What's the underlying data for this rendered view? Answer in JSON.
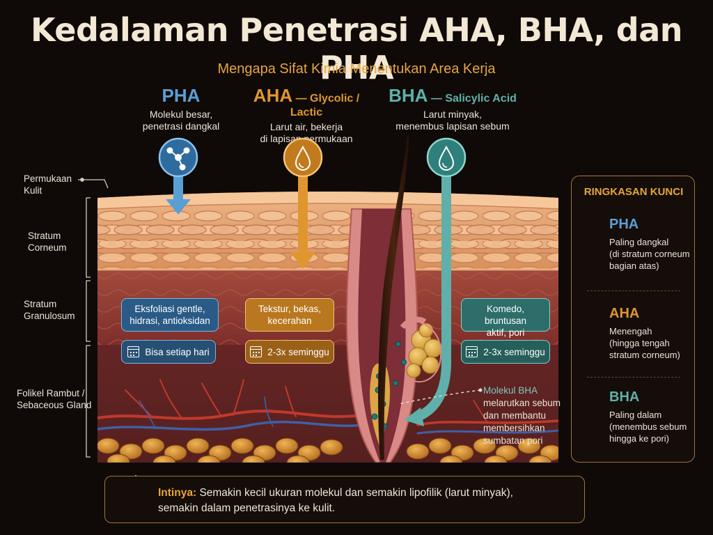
{
  "title": "Kedalaman Penetrasi AHA, BHA, dan PHA",
  "subtitle": "Mengapa Sifat Kimia Menentukan Area Kerja",
  "colors": {
    "pha": "#5a9fd4",
    "aha": "#e0962f",
    "bha": "#5fb0aa",
    "accent": "#e6a53c"
  },
  "acids": {
    "pha": {
      "name": "PHA",
      "sub": "",
      "desc1": "Molekul besar,",
      "desc2": "penetrasi dangkal",
      "icon": "molecule-icon"
    },
    "aha": {
      "name": "AHA",
      "sub": "— Glycolic / Lactic",
      "desc1": "Larut air, bekerja",
      "desc2": "di lapisan permukaan",
      "icon": "water-drop-icon"
    },
    "bha": {
      "name": "BHA",
      "sub": "— Salicylic Acid",
      "desc1": "Larut minyak,",
      "desc2": "menembus lapisan sebum",
      "icon": "oil-drop-icon"
    }
  },
  "layers": {
    "surface": [
      "Permukaan",
      "Kulit"
    ],
    "corneum": [
      "Stratum",
      "Corneum"
    ],
    "granulosum": [
      "Stratum",
      "Granulosum"
    ],
    "follicle": [
      "Folikel Rambut /",
      "Sebaceous Gland"
    ]
  },
  "benefits": {
    "pha": [
      "Eksfoliasi gentle,",
      "hidrasi, antioksidan"
    ],
    "aha": [
      "Tekstur, bekas,",
      "kecerahan"
    ],
    "bha": [
      "Komedo, bruntusan",
      "aktif, pori tersumbat"
    ]
  },
  "frequency": {
    "pha": "Bisa setiap hari",
    "aha": "2-3x seminggu",
    "bha": "2-3x seminggu"
  },
  "bha_note": {
    "lead": "Molekul BHA",
    "lines": [
      "melarutkan sebum",
      "dan membantu",
      "membersihkan",
      "sumbatan pori"
    ]
  },
  "summary": {
    "title": "RINGKASAN KUNCI",
    "items": [
      {
        "name": "PHA",
        "lines": [
          "Paling dangkal",
          "(di stratum corneum",
          "bagian atas)"
        ]
      },
      {
        "name": "AHA",
        "lines": [
          "Menengah",
          "(hingga tengah",
          "stratum corneum)"
        ]
      },
      {
        "name": "BHA",
        "lines": [
          "Paling dalam",
          "(menembus sebum",
          "hingga ke pori)"
        ]
      }
    ]
  },
  "takeaway": {
    "lead": "Intinya:",
    "text1": "Semakin kecil ukuran molekul dan semakin lipofilik (larut minyak),",
    "text2": "semakin dalam penetrasinya ke kulit."
  }
}
